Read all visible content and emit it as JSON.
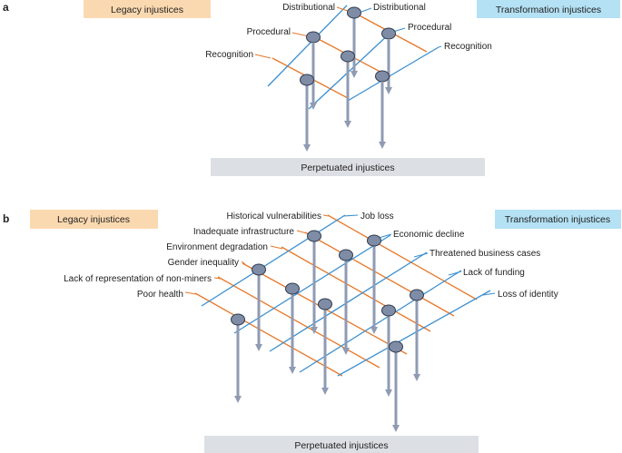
{
  "colors": {
    "legacy_box": "#fbd9b0",
    "transformation_box": "#b4e1f4",
    "perpetuated_box": "#dcdfe4",
    "legacy_line": "#e8782a",
    "transformation_line": "#3b8fd0",
    "node_fill": "#7f8ca6",
    "node_stroke": "#2e3a4f",
    "arrow": "#8f9bb3"
  },
  "panel_a": {
    "letter": "a",
    "legacy_label": "Legacy injustices",
    "transformation_label": "Transformation injustices",
    "perpetuated_label": "Perpetuated injustices",
    "legacy_items": [
      "Distributional",
      "Procedural",
      "Recognition"
    ],
    "transformation_items": [
      "Distributional",
      "Procedural",
      "Recognition"
    ]
  },
  "panel_b": {
    "letter": "b",
    "legacy_label": "Legacy injustices",
    "transformation_label": "Transformation injustices",
    "perpetuated_label": "Perpetuated injustices",
    "legacy_items": [
      "Historical vulnerabilities",
      "Inadequate infrastructure",
      "Environment degradation",
      "Gender inequality",
      "Lack of representation of non-miners",
      "Poor health"
    ],
    "transformation_items": [
      "Job loss",
      "Economic decline",
      "Threatened business cases",
      "Lack of funding",
      "Loss of identity"
    ]
  }
}
